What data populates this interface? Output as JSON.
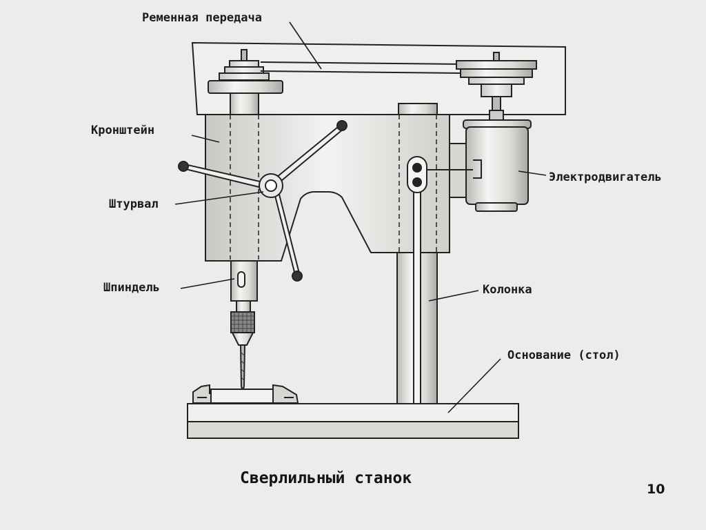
{
  "labels": {
    "belt": "Ременная передача",
    "bracket": "Кронштейн",
    "handwheel": "Штурвал",
    "spindle": "Шпиндель",
    "motor": "Электродвигатель",
    "column": "Колонка",
    "base": "Основание (стол)"
  },
  "caption": "Сверлильный станок",
  "page_number": "10",
  "colors": {
    "background": "#ececea",
    "line": "#1a1a1a",
    "fill_light": "#f2f2f0",
    "fill_shade": "#d9d9d6"
  }
}
